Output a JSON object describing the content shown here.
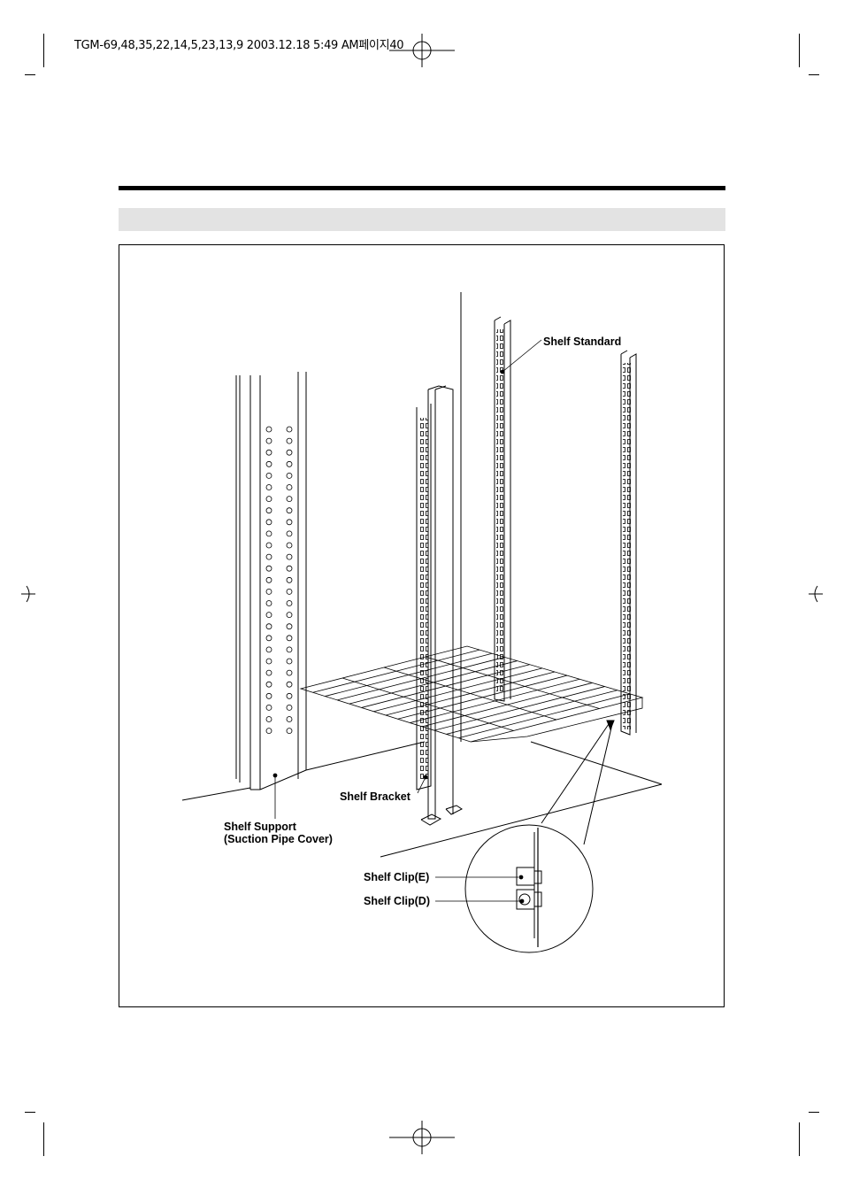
{
  "print_slug": "TGM-69,48,35,22,14,5,23,13,9  2003.12.18 5:49 AM페이지40",
  "figure": {
    "labels": {
      "shelf_standard": "Shelf Standard",
      "shelf_bracket": "Shelf Bracket",
      "shelf_support_line1": "Shelf Support",
      "shelf_support_line2": "(Suction Pipe Cover)",
      "shelf_clip_e": "Shelf Clip(E)",
      "shelf_clip_d": "Shelf Clip(D)"
    }
  }
}
